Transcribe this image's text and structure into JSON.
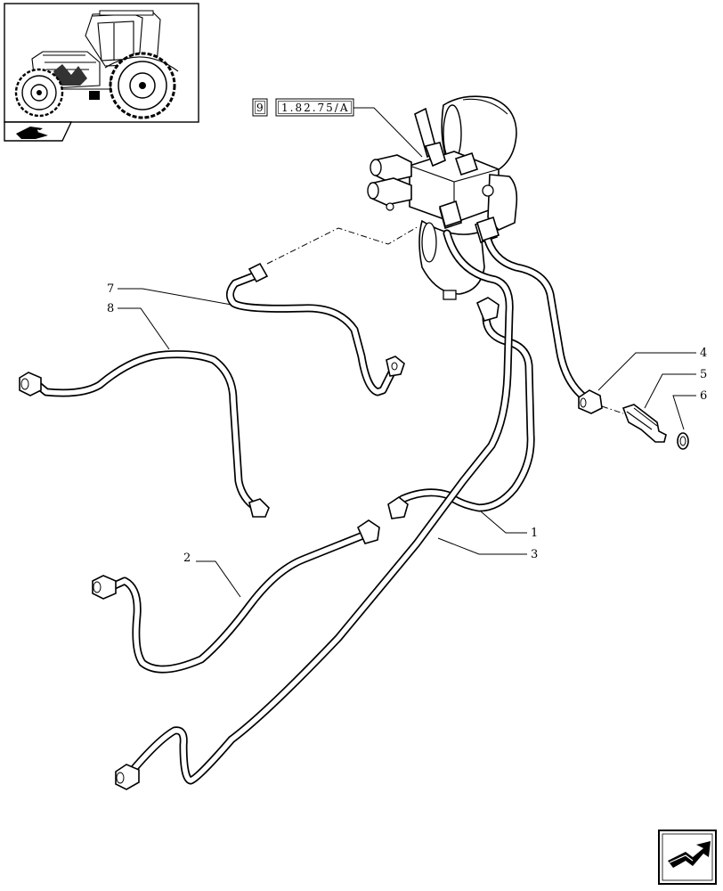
{
  "reference": {
    "page": "9",
    "code": "1.82.75/A"
  },
  "callouts": [
    "1",
    "2",
    "3",
    "4",
    "5",
    "6",
    "7",
    "8"
  ],
  "icons": {
    "thumbnail": "tractor-thumbnail-icon",
    "group": "component-group-icon",
    "navigation": "next-page-arrow-icon"
  }
}
